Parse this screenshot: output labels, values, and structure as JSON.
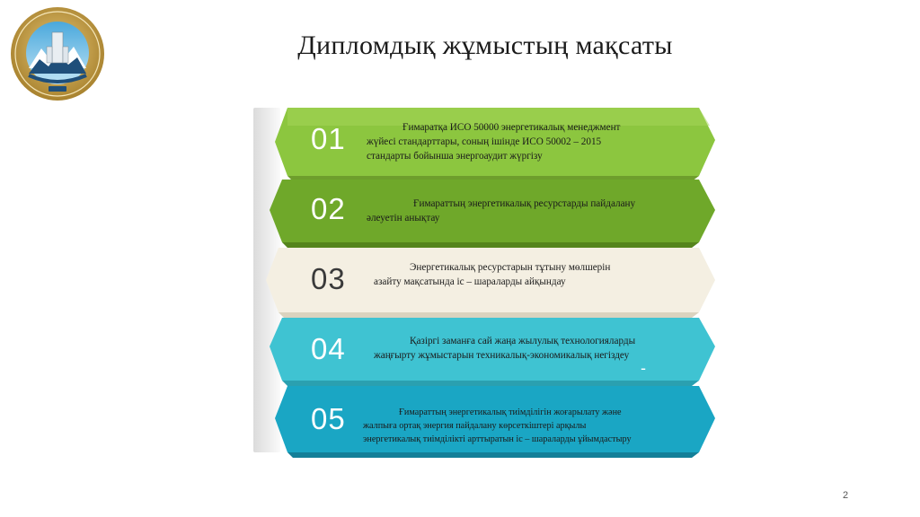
{
  "slide": {
    "title": "Дипломдық жұмыстың мақсаты",
    "page_number": "2"
  },
  "logo": {
    "icon": "university-emblem"
  },
  "steps": [
    {
      "number": "01",
      "line1": "Ғимаратқа ИСО 50000 энергетикалық менеджмент",
      "line2": "жүйесі стандарттары, соның ішінде ИСО 50002 – 2015",
      "line3": "стандарты бойынша энергоаудит жүргізу",
      "color": "#8cc63f"
    },
    {
      "number": "02",
      "line1": "Ғимараттың энергетикалық ресурстарды пайдалану",
      "line2": "әлеуетін анықтау",
      "color": "#6fa82a"
    },
    {
      "number": "03",
      "line1": "Энергетикалық ресурстарын тұтыну мөлшерін",
      "line2": "азайту мақсатында іс – шараларды айқындау",
      "color": "#f4efe2"
    },
    {
      "number": "04",
      "line1": "Қазіргі заманға сай жаңа жылулық технологияларды",
      "line2": "жаңғырту жұмыстарын техникалық-экономикалық негіздеу",
      "color": "#3fc3d2"
    },
    {
      "number": "05",
      "line1": "Ғимараттың энергетикалық тиімділігін жоғарылату және",
      "line2": "жалпыға ортақ энергия пайдалану көрсеткіштері арқылы",
      "line3": "энергетикалық тиімділікті арттыратын іс – шараларды ұйымдастыру",
      "color": "#1aa6c4"
    }
  ],
  "step4_mark": "-"
}
